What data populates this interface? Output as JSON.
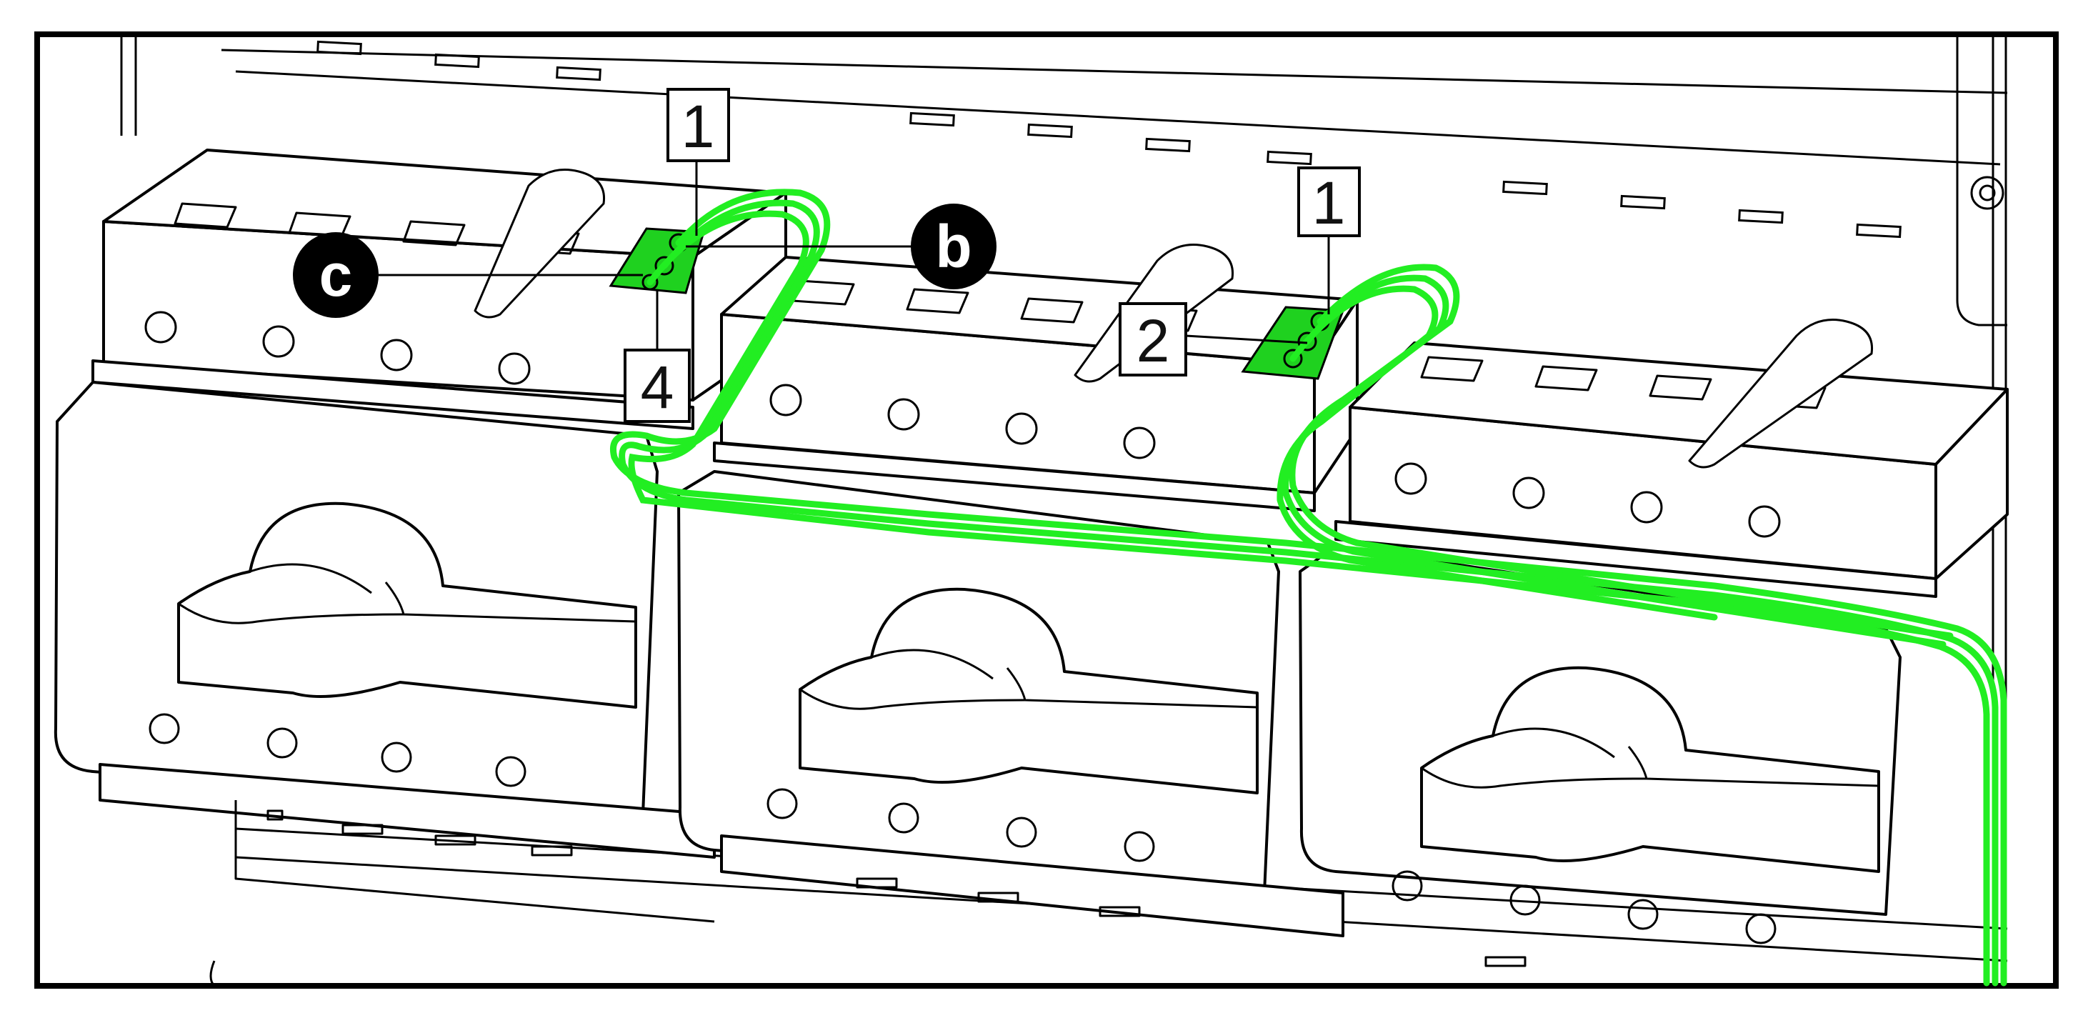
{
  "labels": {
    "switch1_terminal_top": "1",
    "switch1_terminal_bottom": "4",
    "switch2_terminal_top": "1",
    "switch2_terminal_side": "2",
    "callout_c": "c",
    "callout_b": "b"
  },
  "colors": {
    "outline": "#000000",
    "body_fill": "#ffffff",
    "wire": "#22ee22",
    "terminal": "#1fd11f",
    "callout_fill": "#000000"
  },
  "icons": {
    "switch_handle": "rotary-handle-icon",
    "mounting_screw": "screw-icon"
  }
}
